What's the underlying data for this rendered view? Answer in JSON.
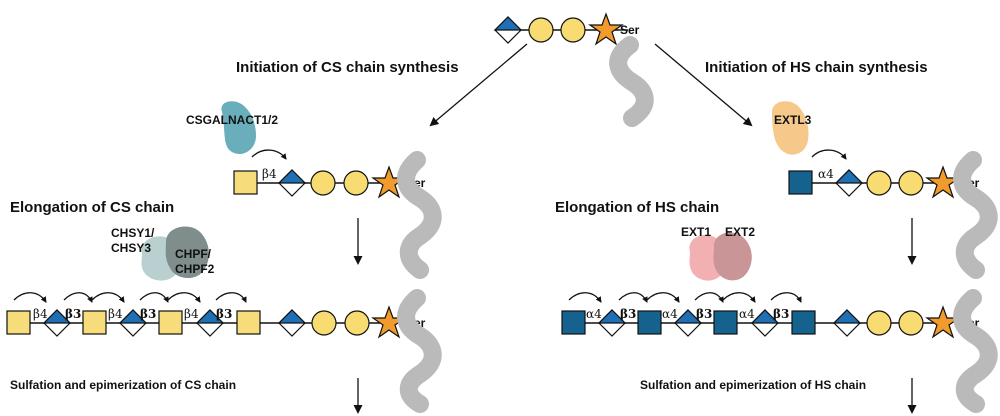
{
  "titles": {
    "cs_init": "Initiation of CS chain synthesis",
    "hs_init": "Initiation of HS chain synthesis",
    "cs_elong": "Elongation of CS chain",
    "hs_elong": "Elongation of HS chain"
  },
  "enzymes": {
    "csgalnact": "CSGALNACT1/2",
    "extl3": "EXTL3",
    "chsy_line1": "CHSY1/",
    "chsy_line2": "CHSY3",
    "chpf_line1": "CHPF/",
    "chpf_line2": "CHPF2",
    "ext1": "EXT1",
    "ext2": "EXT2"
  },
  "ser_label": "Ser",
  "linkages": {
    "beta4": "β4",
    "beta3": "β3",
    "alpha4": "α4"
  },
  "steps": {
    "cs_modify": "Sulfation and epimerization of CS chain",
    "hs_modify": "Sulfation and epimerization of HS chain"
  },
  "colors": {
    "galnac_yellow": "#f6dc7a",
    "glcnac_blue": "#16628f",
    "glca_blue": "#1f6fb5",
    "gal_yellow": "#f8dc72",
    "xyl_orange": "#f19b2c",
    "protein_grey": "#b9b9b9",
    "csgalnact_teal": "#6aaebb",
    "extl3_peach": "#f6c98a",
    "chsy_pale": "#b9cfd0",
    "chpf_grey": "#7f8d8c",
    "ext1_pink": "#f2b0b2",
    "ext2_mauve": "#c99597"
  },
  "icons": [
    "protein-core-icon",
    "enzyme-blob-icon",
    "curved-arrow-icon",
    "down-arrow-icon"
  ]
}
